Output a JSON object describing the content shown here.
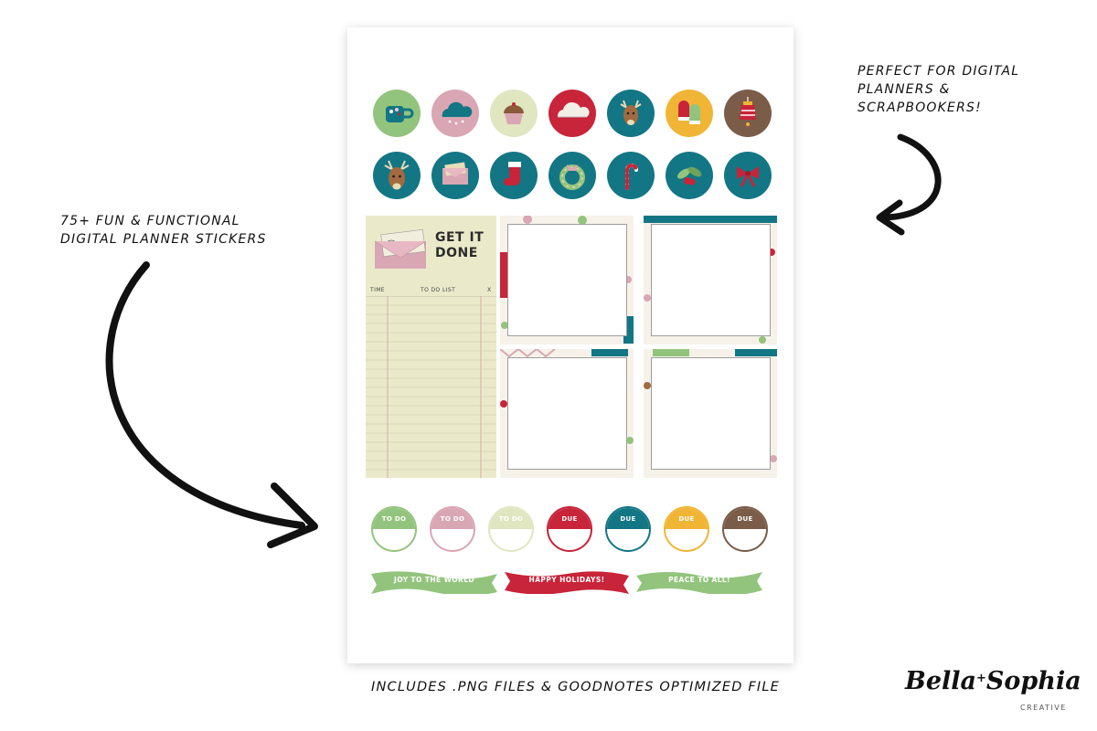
{
  "callouts": {
    "right": "Perfect for digital planners & scrapbookers!",
    "left": "75+ fun & functional digital planner stickers",
    "bottom": "Includes .png files & GoodNotes optimized file"
  },
  "todo_card": {
    "title": "GET IT DONE",
    "col_time": "TIME",
    "col_list": "TO DO LIST",
    "col_x": "X"
  },
  "tags": [
    {
      "label": "TO DO",
      "color": "#93c47d"
    },
    {
      "label": "TO DO",
      "color": "#d9a6b3"
    },
    {
      "label": "TO DO",
      "color": "#dfe6c0"
    },
    {
      "label": "DUE",
      "color": "#c8243a"
    },
    {
      "label": "DUE",
      "color": "#137684"
    },
    {
      "label": "DUE",
      "color": "#f1b535"
    },
    {
      "label": "DUE",
      "color": "#7a5c48"
    }
  ],
  "banners": [
    {
      "label": "JOY TO THE WORLD",
      "color": "#93c47d"
    },
    {
      "label": "HAPPY HOLIDAYS!",
      "color": "#c8243a"
    },
    {
      "label": "PEACE TO ALL!",
      "color": "#93c47d"
    }
  ],
  "icons_row1": [
    {
      "name": "cocoa-mug-icon",
      "bg": "#93c47d"
    },
    {
      "name": "cloud-icon",
      "bg": "#d9a6b3"
    },
    {
      "name": "cupcake-icon",
      "bg": "#dfe6c0"
    },
    {
      "name": "cloud-icon",
      "bg": "#c8243a"
    },
    {
      "name": "reindeer-icon",
      "bg": "#137684"
    },
    {
      "name": "mittens-icon",
      "bg": "#f1b535"
    },
    {
      "name": "ornament-icon",
      "bg": "#7a5c48"
    }
  ],
  "icons_row2": [
    {
      "name": "reindeer-icon",
      "bg": "#137684"
    },
    {
      "name": "envelope-icon",
      "bg": "#137684"
    },
    {
      "name": "stocking-icon",
      "bg": "#137684"
    },
    {
      "name": "wreath-icon",
      "bg": "#137684"
    },
    {
      "name": "candy-cane-icon",
      "bg": "#137684"
    },
    {
      "name": "holly-icon",
      "bg": "#137684"
    },
    {
      "name": "bow-icon",
      "bg": "#137684"
    }
  ],
  "brand": {
    "name_left": "Bella",
    "plus": "+",
    "name_right": "Sophia",
    "sub": "CREATIVE"
  }
}
